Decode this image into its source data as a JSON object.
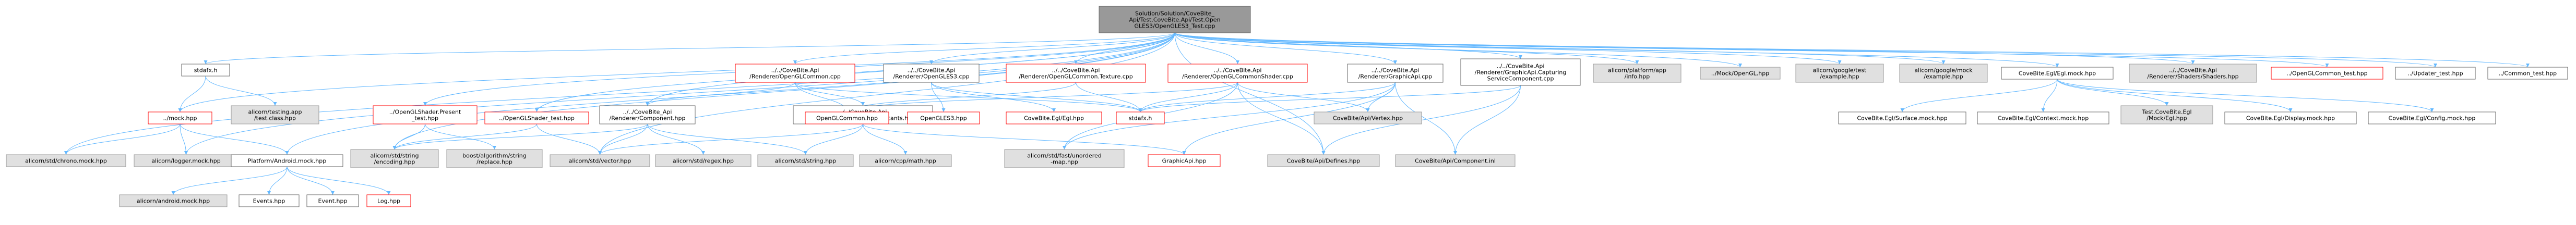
{
  "colors": {
    "edge": "#63b8ff",
    "root_fill": "#999999",
    "grey_fill": "#e0e0e0",
    "red_border": "#ff0000",
    "plain_border": "#666666"
  },
  "nodes": [
    {
      "id": "root",
      "style": "root",
      "lines": [
        "Solution/Solution/CoveBite_",
        "Api/Test.CoveBite.Api/Test.Open",
        "GLES3/OpenGLES3_Test.cpp"
      ]
    },
    {
      "id": "stdafx_top",
      "style": "plain",
      "lines": [
        "stdafx.h"
      ]
    },
    {
      "id": "mock",
      "style": "red",
      "lines": [
        "../mock.hpp"
      ]
    },
    {
      "id": "testing_app",
      "style": "grey",
      "lines": [
        "alicorn/testing.app",
        "/test.class.hpp"
      ]
    },
    {
      "id": "opengl_present",
      "style": "red",
      "lines": [
        "../OpenGLShader.Present",
        "_test.hpp"
      ]
    },
    {
      "id": "opengl_shader_test",
      "style": "red",
      "lines": [
        "../OpenGLShader_test.hpp"
      ]
    },
    {
      "id": "component",
      "style": "plain",
      "lines": [
        "../../CoveBite_Api",
        "/Renderer/Component.hpp"
      ]
    },
    {
      "id": "opengl_common_cpp",
      "style": "red",
      "lines": [
        "../../CoveBite.Api",
        "/Renderer/OpenGLCommon.cpp"
      ]
    },
    {
      "id": "opengles3_cpp",
      "style": "plain",
      "lines": [
        "../../CoveBite.Api",
        "/Renderer/OpenGLES3.cpp"
      ]
    },
    {
      "id": "graphicapi_constants",
      "style": "plain",
      "lines": [
        "../../CoveBite.Api",
        "/Renderer/GraphicApi.Constants.hpp"
      ]
    },
    {
      "id": "common_texture",
      "style": "red",
      "lines": [
        "../../CoveBite.Api",
        "/Renderer/OpenGLCommon.Texture.cpp"
      ]
    },
    {
      "id": "common_shader",
      "style": "red",
      "lines": [
        "../../CoveBite.Api",
        "/Renderer/OpenGLCommonShader.cpp"
      ]
    },
    {
      "id": "graphicapi_cpp",
      "style": "plain",
      "lines": [
        "../../CoveBite.Api",
        "/Renderer/GraphicApi.cpp"
      ]
    },
    {
      "id": "capturing",
      "style": "plain",
      "lines": [
        "../../CoveBite.Api",
        "/Renderer/GraphicApi.Capturing",
        "ServiceComponent.cpp"
      ]
    },
    {
      "id": "platform_app",
      "style": "grey",
      "lines": [
        "alicorn/platform/app",
        "/info.hpp"
      ]
    },
    {
      "id": "mock_opengl",
      "style": "grey",
      "lines": [
        "../Mock/OpenGL.hpp"
      ]
    },
    {
      "id": "google_test",
      "style": "grey",
      "lines": [
        "alicorn/google/test",
        "/example.hpp"
      ]
    },
    {
      "id": "google_mock",
      "style": "grey",
      "lines": [
        "alicorn/google/mock",
        "/example.hpp"
      ]
    },
    {
      "id": "egl_mock",
      "style": "plain",
      "lines": [
        "CoveBite.Egl/Egl.mock.hpp"
      ]
    },
    {
      "id": "shaders_api",
      "style": "grey",
      "lines": [
        "../../CoveBite.Api",
        "/Renderer/Shaders/Shaders.hpp"
      ]
    },
    {
      "id": "opengl_common_test",
      "style": "red",
      "lines": [
        "../OpenGLCommon_test.hpp"
      ]
    },
    {
      "id": "updater_test",
      "style": "plain",
      "lines": [
        "../Updater_test.hpp"
      ]
    },
    {
      "id": "common_test",
      "style": "plain",
      "lines": [
        "../Common_test.hpp"
      ]
    },
    {
      "id": "chrono_mock",
      "style": "grey",
      "lines": [
        "alicorn/std/chrono.mock.hpp"
      ]
    },
    {
      "id": "logger_mock",
      "style": "grey",
      "lines": [
        "alicorn/logger.mock.hpp"
      ]
    },
    {
      "id": "android_mock",
      "style": "plain",
      "lines": [
        "Platform/Android.mock.hpp"
      ]
    },
    {
      "id": "string_encoding",
      "style": "grey",
      "lines": [
        "alicorn/std/string",
        "/encoding.hpp"
      ]
    },
    {
      "id": "boost_replace",
      "style": "grey",
      "lines": [
        "boost/algorithm/string",
        "/replace.hpp"
      ]
    },
    {
      "id": "std_vector",
      "style": "grey",
      "lines": [
        "alicorn/std/vector.hpp"
      ]
    },
    {
      "id": "std_regex",
      "style": "grey",
      "lines": [
        "alicorn/std/regex.hpp"
      ]
    },
    {
      "id": "std_string",
      "style": "grey",
      "lines": [
        "alicorn/std/string.hpp"
      ]
    },
    {
      "id": "cpp_math",
      "style": "grey",
      "lines": [
        "alicorn/cpp/math.hpp"
      ]
    },
    {
      "id": "opengl_common_hpp",
      "style": "red",
      "lines": [
        "OpenGLCommon.hpp"
      ]
    },
    {
      "id": "opengles3_hpp",
      "style": "red",
      "lines": [
        "OpenGLES3.hpp"
      ]
    },
    {
      "id": "egl_hpp",
      "style": "red",
      "lines": [
        "CoveBite.Egl/Egl.hpp"
      ]
    },
    {
      "id": "stdafx_mid",
      "style": "red",
      "lines": [
        "stdafx.h"
      ]
    },
    {
      "id": "api_vertex",
      "style": "grey",
      "lines": [
        "CoveBite/Api/Vertex.hpp"
      ]
    },
    {
      "id": "unordered_map",
      "style": "grey",
      "lines": [
        "alicorn/std/fast/unordered",
        "-map.hpp"
      ]
    },
    {
      "id": "api_defines",
      "style": "grey",
      "lines": [
        "CoveBite/Api/Defines.hpp"
      ]
    },
    {
      "id": "graphicapi_hpp",
      "style": "red",
      "lines": [
        "GraphicApi.hpp"
      ]
    },
    {
      "id": "api_component",
      "style": "grey",
      "lines": [
        "CoveBite/Api/Component.inl"
      ]
    },
    {
      "id": "allocorn_android",
      "style": "grey",
      "lines": [
        "alicorn/android.mock.hpp"
      ]
    },
    {
      "id": "events_hpp",
      "style": "plain",
      "lines": [
        "Events.hpp"
      ]
    },
    {
      "id": "event_hpp",
      "style": "plain",
      "lines": [
        "Event.hpp"
      ]
    },
    {
      "id": "log_hpp",
      "style": "red",
      "lines": [
        "Log.hpp"
      ]
    },
    {
      "id": "egl_surface",
      "style": "plain",
      "lines": [
        "CoveBite.Egl/Surface.mock.hpp"
      ]
    },
    {
      "id": "egl_context",
      "style": "plain",
      "lines": [
        "CoveBite.Egl/Context.mock.hpp"
      ]
    },
    {
      "id": "egl_test",
      "style": "grey",
      "lines": [
        "Test.CoveBite.Egl",
        "/Mock/Egl.hpp"
      ]
    },
    {
      "id": "egl_display",
      "style": "plain",
      "lines": [
        "CoveBite.Egl/Display.mock.hpp"
      ]
    },
    {
      "id": "egl_config",
      "style": "plain",
      "lines": [
        "CoveBite.Egl/Config.mock.hpp"
      ]
    }
  ]
}
